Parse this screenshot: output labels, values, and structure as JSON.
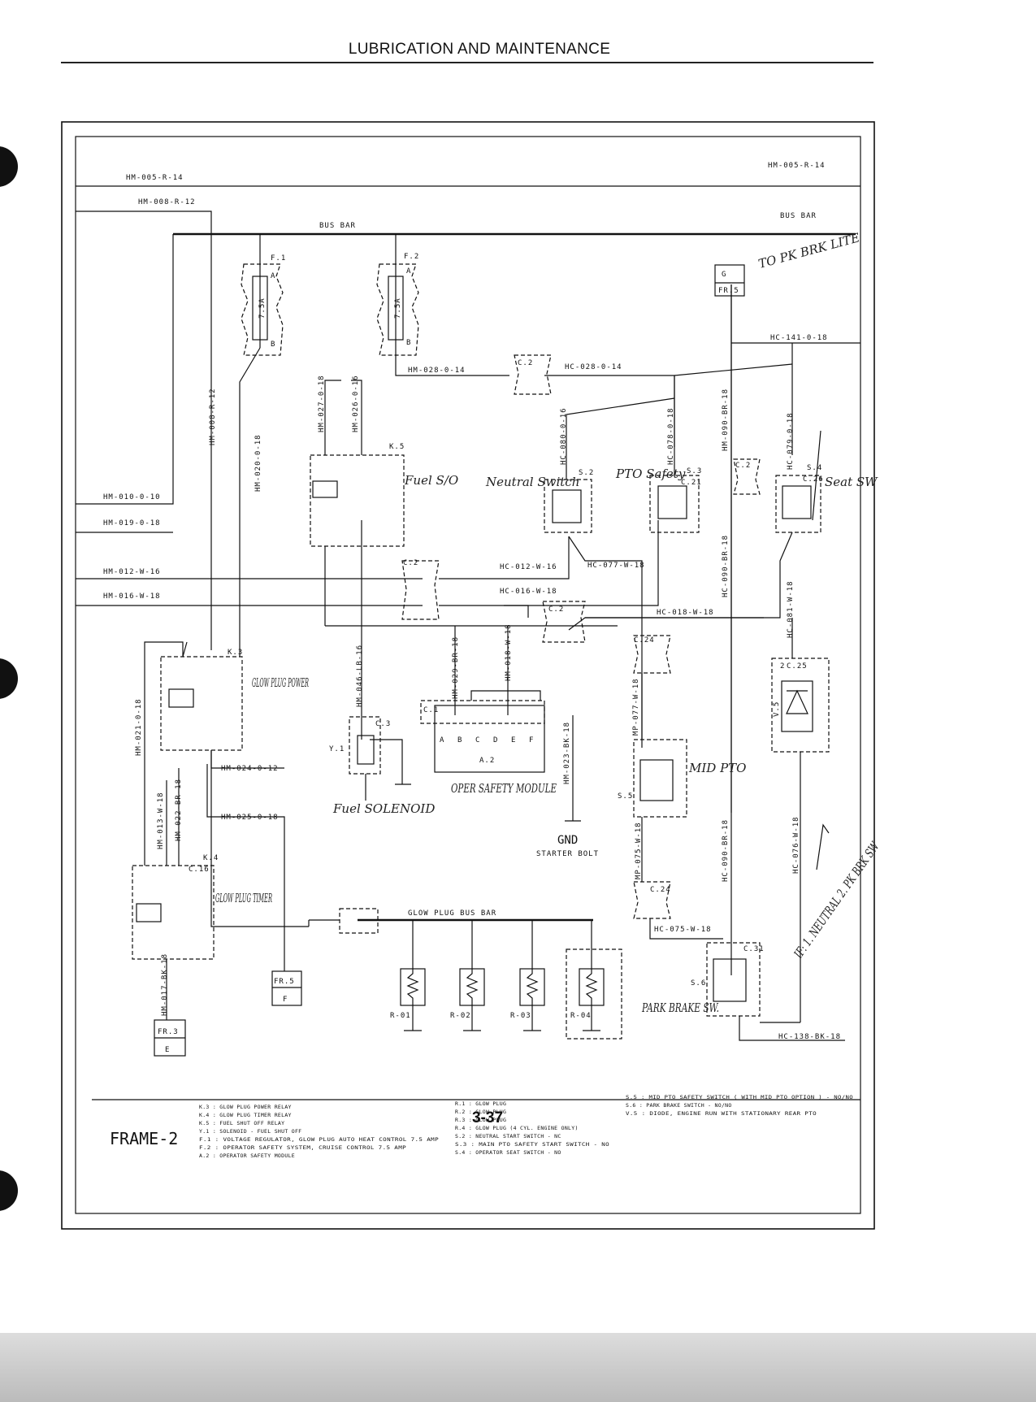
{
  "header": {
    "title": "LUBRICATION AND MAINTENANCE"
  },
  "footer": {
    "page_number": "3-37"
  },
  "frame": {
    "label": "FRAME-2"
  },
  "wires": {
    "hm005a": "HM-005-R-14",
    "hm005b": "HM-005-R-14",
    "hm008": "HM-008-R-12",
    "hm008v": "HM-008-R-12",
    "hm010": "HM-010-0-10",
    "hm019": "HM-019-0-18",
    "hm012": "HM-012-W-16",
    "hm016": "HM-016-W-18",
    "hm020": "HM-020-0-18",
    "hm021": "HM-021-0-18",
    "hm013": "HM-013-W-18",
    "hm022": "HM-022-BR-18",
    "hm024": "HM-024-0-12",
    "hm025": "HM-025-0-18",
    "hm017": "HM-017-BK-18",
    "hm028": "HM-028-0-14",
    "hm027": "HM-027-0-18",
    "hm026": "HM-026-0-16",
    "hm046": "HM-046-LB-16",
    "hm029": "HM-029-BR-18",
    "hm018": "HM-018-W-18",
    "hm023": "HM-023-BK-18",
    "hc028": "HC-028-0-14",
    "hc141": "HC-141-0-18",
    "hc080": "HC-080-0-16",
    "hc078": "HC-078-0-18",
    "hc090a": "HM-090-BR-18",
    "hc090b": "HC-090-BR-18",
    "hc090c": "HC-090-BR-18",
    "hc079": "HC-079-0-18",
    "hc012": "HC-012-W-16",
    "hc077": "HC-077-W-18",
    "hc016": "HC-016-W-18",
    "hc018": "HC-018-W-18",
    "hc081": "HC-081-W-18",
    "mp077": "MP-077-W-18",
    "mp075": "MP-075-W-18",
    "hc075": "HC-075-W-18",
    "hc076": "HC-076-W-18",
    "hc138": "HC-138-BK-18"
  },
  "components": {
    "bus_bar_left": "BUS BAR",
    "bus_bar_right": "BUS BAR",
    "f1": "F.1",
    "f2": "F.2",
    "fuse_rating": "7.5A",
    "pin_a": "A",
    "pin_b": "B",
    "k5": "K.5",
    "k3": "K.3",
    "k4": "K.4",
    "s2": "S.2",
    "s3": "S.3",
    "s4": "S.4",
    "s5": "S.5",
    "s6": "S.6",
    "v5": "V.5",
    "y1": "Y.1",
    "a2": "A.2",
    "c2": "C.2",
    "c3": "C.3",
    "c24": "C.24",
    "c25": "C.25",
    "c26": "C.26",
    "c21": "C.21",
    "c16": "C.16",
    "c31": "C.31",
    "c1": "C.1",
    "g": "G",
    "fr5a": "FR.5",
    "fr5b": "FR.5",
    "f_letter": "F",
    "fr3": "FR.3",
    "e_letter": "E",
    "gnd": "GND",
    "starter_bolt": "STARTER BOLT",
    "glow_bus": "GLOW PLUG BUS BAR",
    "r01": "R-01",
    "r02": "R-02",
    "r03": "R-03",
    "r04": "R-04",
    "a2_pins": [
      "A",
      "B",
      "C",
      "D",
      "E",
      "F"
    ]
  },
  "annotations": {
    "fuel_so": "Fuel S/O",
    "neutral_switch": "Neutral Switch",
    "pto_safety": "PTO Safety",
    "seat_sw": "Seat SW",
    "glow_plug_power": "GLOW PLUG POWER",
    "fuel_solenoid": "Fuel SOLENOID",
    "oper_safety": "OPER SAFETY MODULE",
    "glow_plug_timer": "GLOW PLUG TIMER",
    "mid_pto": "MID PTO",
    "park_brake": "PARK BRAKE SW.",
    "to_pk": "TO PK BRK LITE",
    "if_neutral": "IF: 1. NEUTRAL 2. PK BRK SW"
  },
  "legend": {
    "col1": [
      "K.3 : GLOW PLUG POWER RELAY",
      "K.4 : GLOW PLUG TIMER RELAY",
      "K.5 : FUEL SHUT OFF RELAY",
      "Y.1 : SOLENOID - FUEL SHUT OFF",
      "F.1 : VOLTAGE REGULATOR, GLOW PLUG AUTO HEAT CONTROL 7.5 AMP",
      "F.2 : OPERATOR SAFETY SYSTEM, CRUISE CONTROL 7.5 AMP",
      "A.2 : OPERATOR SAFETY MODULE"
    ],
    "col2": [
      "R.1 : GLOW PLUG",
      "R.2 : GLOW PLUG",
      "R.3 : GLOW PLUG",
      "R.4 : GLOW PLUG (4 CYL. ENGINE ONLY)",
      "S.2 : NEUTRAL START SWITCH - NC",
      "S.3 : MAIN PTO SAFETY START SWITCH - NO",
      "S.4 : OPERATOR SEAT SWITCH - NO"
    ],
    "col3": [
      "S.5 : MID PTO SAFETY SWITCH ( WITH MID PTO OPTION ) - NO/NO",
      "S.6 : PARK BRAKE SWITCH - NO/NO",
      "V.5 : DIODE, ENGINE RUN WITH STATIONARY REAR PTO"
    ]
  }
}
